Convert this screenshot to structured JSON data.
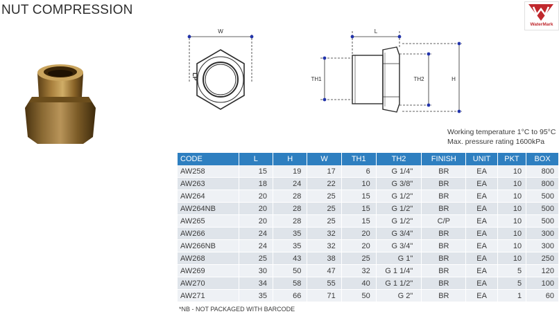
{
  "title": "NUT COMPRESSION",
  "logo": {
    "text": "WaterMark",
    "color": "#c0282d"
  },
  "drawing": {
    "front_label_w": "W",
    "front_marking": "LP",
    "side_label_l": "L",
    "side_label_th1": "TH1",
    "side_label_th2": "TH2",
    "side_label_h": "H"
  },
  "specs": {
    "temperature": "Working temperature 1°C to 95°C",
    "pressure": "Max. pressure rating 1600kPa"
  },
  "table": {
    "header_color": "#2e7fc0",
    "headers": [
      "CODE",
      "L",
      "H",
      "W",
      "TH1",
      "TH2",
      "FINISH",
      "UNIT",
      "PKT",
      "BOX"
    ],
    "rows": [
      [
        "AW258",
        "15",
        "19",
        "17",
        "6",
        "G 1/4\"",
        "BR",
        "EA",
        "10",
        "800"
      ],
      [
        "AW263",
        "18",
        "24",
        "22",
        "10",
        "G 3/8\"",
        "BR",
        "EA",
        "10",
        "800"
      ],
      [
        "AW264",
        "20",
        "28",
        "25",
        "15",
        "G 1/2\"",
        "BR",
        "EA",
        "10",
        "500"
      ],
      [
        "AW264NB",
        "20",
        "28",
        "25",
        "15",
        "G 1/2\"",
        "BR",
        "EA",
        "10",
        "500"
      ],
      [
        "AW265",
        "20",
        "28",
        "25",
        "15",
        "G 1/2\"",
        "C/P",
        "EA",
        "10",
        "500"
      ],
      [
        "AW266",
        "24",
        "35",
        "32",
        "20",
        "G 3/4\"",
        "BR",
        "EA",
        "10",
        "300"
      ],
      [
        "AW266NB",
        "24",
        "35",
        "32",
        "20",
        "G 3/4\"",
        "BR",
        "EA",
        "10",
        "300"
      ],
      [
        "AW268",
        "25",
        "43",
        "38",
        "25",
        "G 1\"",
        "BR",
        "EA",
        "10",
        "250"
      ],
      [
        "AW269",
        "30",
        "50",
        "47",
        "32",
        "G 1 1/4\"",
        "BR",
        "EA",
        "5",
        "120"
      ],
      [
        "AW270",
        "34",
        "58",
        "55",
        "40",
        "G 1 1/2\"",
        "BR",
        "EA",
        "5",
        "100"
      ],
      [
        "AW271",
        "35",
        "66",
        "71",
        "50",
        "G 2\"",
        "BR",
        "EA",
        "1",
        "60"
      ]
    ]
  },
  "footnote": "*NB - NOT PACKAGED WITH BARCODE"
}
